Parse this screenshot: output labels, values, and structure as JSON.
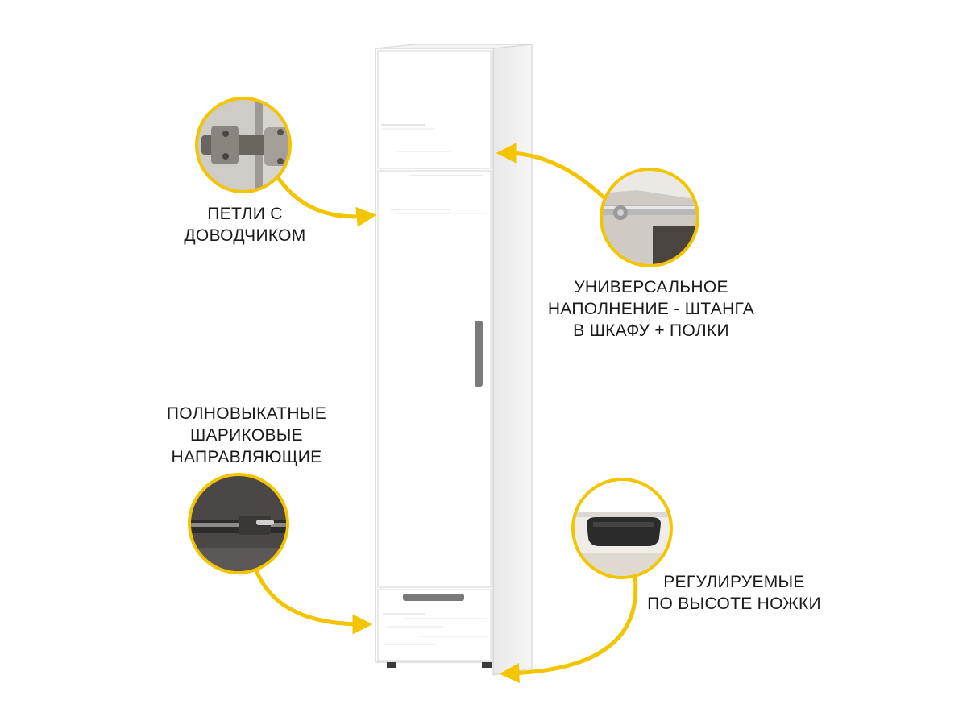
{
  "callouts": {
    "hinges": {
      "lines": [
        "ПЕТЛИ С",
        "ДОВОДЧИКОМ"
      ],
      "icon": "hinge-photo"
    },
    "filling": {
      "lines": [
        "УНИВЕРСАЛЬНОЕ",
        "НАПОЛНЕНИЕ - ШТАНГА",
        "В ШКАФУ + ПОЛКИ"
      ],
      "icon": "rod-photo"
    },
    "slides": {
      "lines": [
        "ПОЛНОВЫКАТНЫЕ",
        "ШАРИКОВЫЕ",
        "НАПРАВЛЯЮЩИЕ"
      ],
      "icon": "ball-slide-photo"
    },
    "legs": {
      "lines": [
        "РЕГУЛИРУЕМЫЕ",
        "ПО ВЫСОТЕ НОЖКИ"
      ],
      "icon": "leg-photo"
    }
  },
  "colors": {
    "accent": "#f2c500",
    "cabinet": "#ffffff",
    "handle": "#7a7a7a"
  }
}
